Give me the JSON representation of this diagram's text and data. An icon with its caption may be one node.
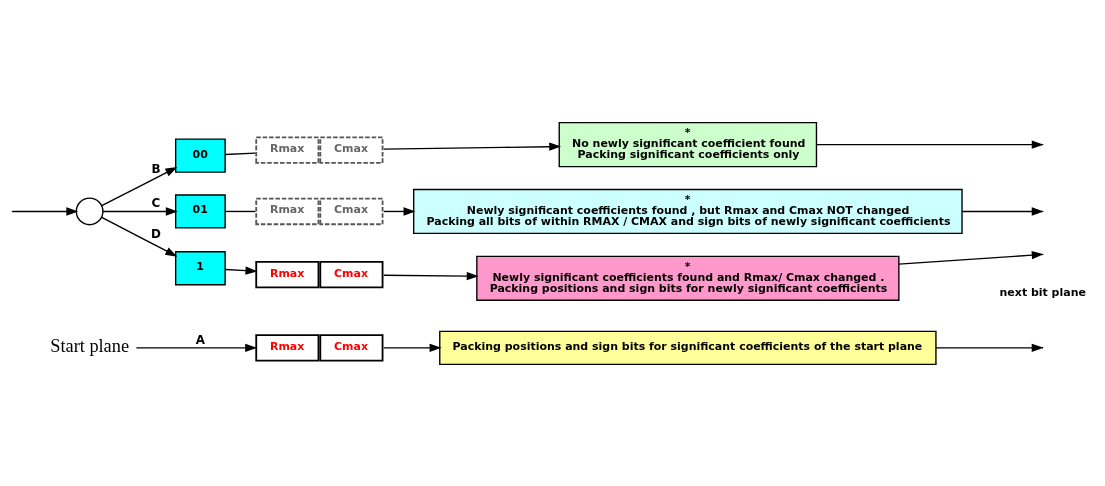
{
  "diagram": {
    "nodes": [
      {
        "text": [
          "Start plane"
        ]
      },
      {
        "text": [
          "Rmax",
          "Cmax"
        ]
      },
      {
        "text": [
          "Packing positions and sign bits for significant coefficients of the start plane"
        ]
      },
      {
        "text": [],
        "shape": "circle"
      },
      {
        "text": [
          "00"
        ]
      },
      {
        "text": [
          "Rmax",
          "Cmax"
        ]
      },
      {
        "text": [
          "*",
          "No newly significant coefficient found",
          "Packing significant coefficients only"
        ]
      },
      {
        "text": [
          "01"
        ]
      },
      {
        "text": [
          "Rmax",
          "Cmax"
        ]
      },
      {
        "text": [
          "*",
          "Newly significant coefficients found , but Rmax and Cmax NOT changed",
          "Packing all bits of within RMAX / CMAX and sign bits of newly significant coefficients"
        ]
      },
      {
        "text": [
          "1"
        ]
      },
      {
        "text": [
          "Rmax",
          "Cmax"
        ]
      },
      {
        "text": [
          "*",
          "Newly significant coefficients found and Rmax/ Cmax changed .",
          "Packing positions and sign bits for newly significant coefficients"
        ]
      }
    ],
    "edges": [
      {
        "from": 0,
        "to": 1,
        "arrow": "to",
        "label": "A"
      },
      {
        "from": 1,
        "to": 2,
        "arrow": "to"
      },
      {
        "from": 2,
        "to": null,
        "arrow": "to"
      },
      {
        "from": null,
        "to": 3,
        "arrow": "to"
      },
      {
        "from": 3,
        "to": 4,
        "arrow": "to",
        "label": "B"
      },
      {
        "from": 4,
        "to": 5,
        "arrow": "none"
      },
      {
        "from": 5,
        "to": 6,
        "arrow": "to"
      },
      {
        "from": 6,
        "to": null,
        "arrow": "to"
      },
      {
        "from": 3,
        "to": 7,
        "arrow": "to",
        "label": "C"
      },
      {
        "from": 7,
        "to": 8,
        "arrow": "none"
      },
      {
        "from": 8,
        "to": 9,
        "arrow": "to"
      },
      {
        "from": 9,
        "to": null,
        "arrow": "to"
      },
      {
        "from": 3,
        "to": 10,
        "arrow": "to",
        "label": "D"
      },
      {
        "from": 10,
        "to": 11,
        "arrow": "to"
      },
      {
        "from": 11,
        "to": 12,
        "arrow": "to"
      },
      {
        "from": 12,
        "to": null,
        "arrow": "to"
      }
    ],
    "labels": [
      "next bit plane"
    ]
  }
}
